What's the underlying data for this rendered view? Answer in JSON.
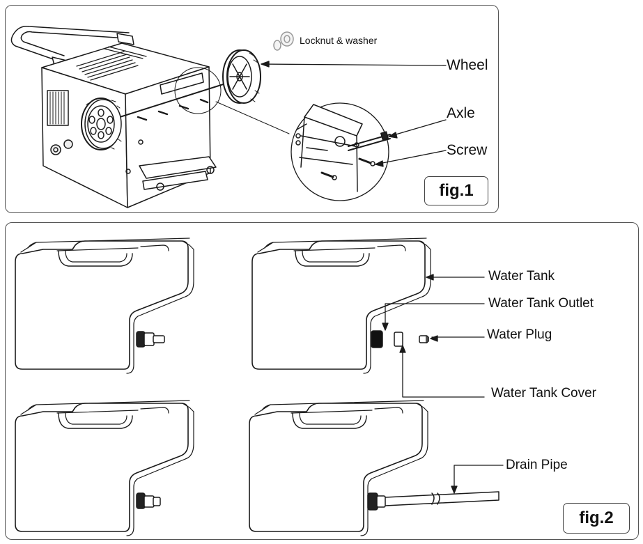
{
  "fig1": {
    "caption": "fig.1",
    "labels": {
      "locknut": "Locknut & washer",
      "wheel": "Wheel",
      "axle": "Axle",
      "screw": "Screw"
    }
  },
  "fig2": {
    "caption": "fig.2",
    "labels": {
      "water_tank": "Water Tank",
      "water_tank_outlet": "Water Tank Outlet",
      "water_plug": "Water Plug",
      "water_tank_cover": "Water Tank Cover",
      "drain_pipe": "Drain Pipe"
    }
  },
  "colors": {
    "line": "#1a1a1a",
    "panel_border": "#555555",
    "light_fill": "#ffffff"
  }
}
